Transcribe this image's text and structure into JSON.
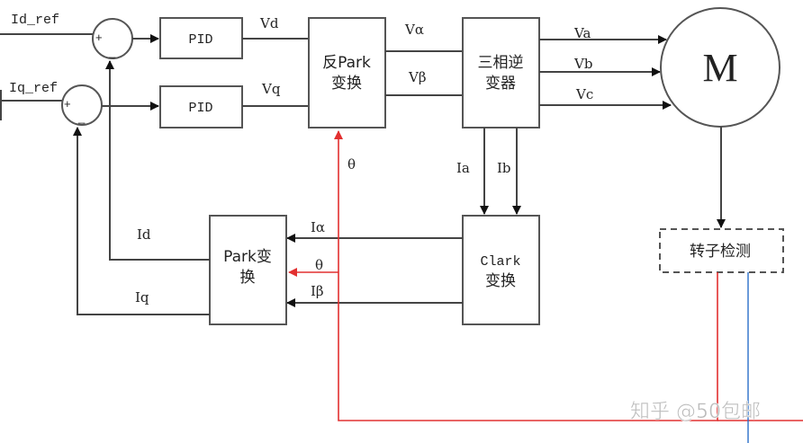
{
  "diagram": {
    "title": "FOC control block diagram",
    "inputs": {
      "id_ref": "Id_ref",
      "iq_ref": "Iq_ref"
    },
    "summers": {
      "plus": "+",
      "minus": "_"
    },
    "blocks": {
      "pid_d": "PID",
      "pid_q": "PID",
      "inv_park_line1": "反Park",
      "inv_park_line2": "变换",
      "inverter_line1": "三相逆",
      "inverter_line2": "变器",
      "motor": "M",
      "park_line1": "Park变",
      "park_line2": "换",
      "clark_line1": "Clark",
      "clark_line2": "变换",
      "rotor_detect": "转子检测"
    },
    "signals": {
      "vd": "Vd",
      "vq": "Vq",
      "valpha": "Vα",
      "vbeta": "Vβ",
      "va": "Va",
      "vb": "Vb",
      "vc": "Vc",
      "ia": "Ia",
      "ib": "Ib",
      "ialpha": "Iα",
      "ibeta": "Iβ",
      "theta_inv": "θ",
      "theta_park": "θ",
      "id": "Id",
      "iq": "Iq"
    },
    "colors": {
      "theta_path": "#e23030",
      "speed_path": "#2a6fc9",
      "wire": "#444444"
    },
    "watermark": "知乎 @50包邮"
  }
}
